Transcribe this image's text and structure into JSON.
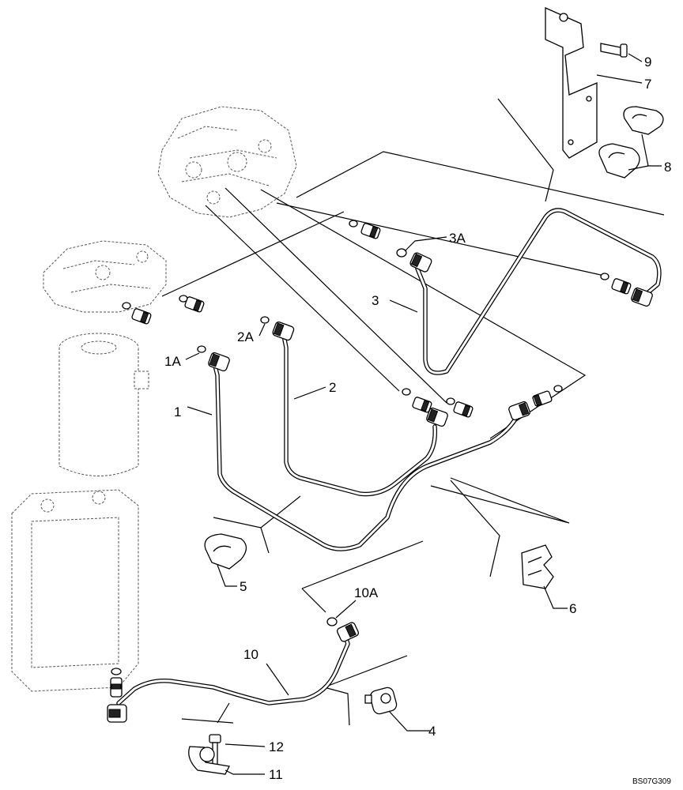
{
  "diagram": {
    "reference_code": "BS07G309",
    "callouts": {
      "c1": "1",
      "c1A": "1A",
      "c2": "2",
      "c2A": "2A",
      "c3": "3",
      "c3A": "3A",
      "c4": "4",
      "c5": "5",
      "c6": "6",
      "c7": "7",
      "c8": "8",
      "c9": "9",
      "c10": "10",
      "c10A": "10A",
      "c11": "11",
      "c12": "12"
    }
  }
}
